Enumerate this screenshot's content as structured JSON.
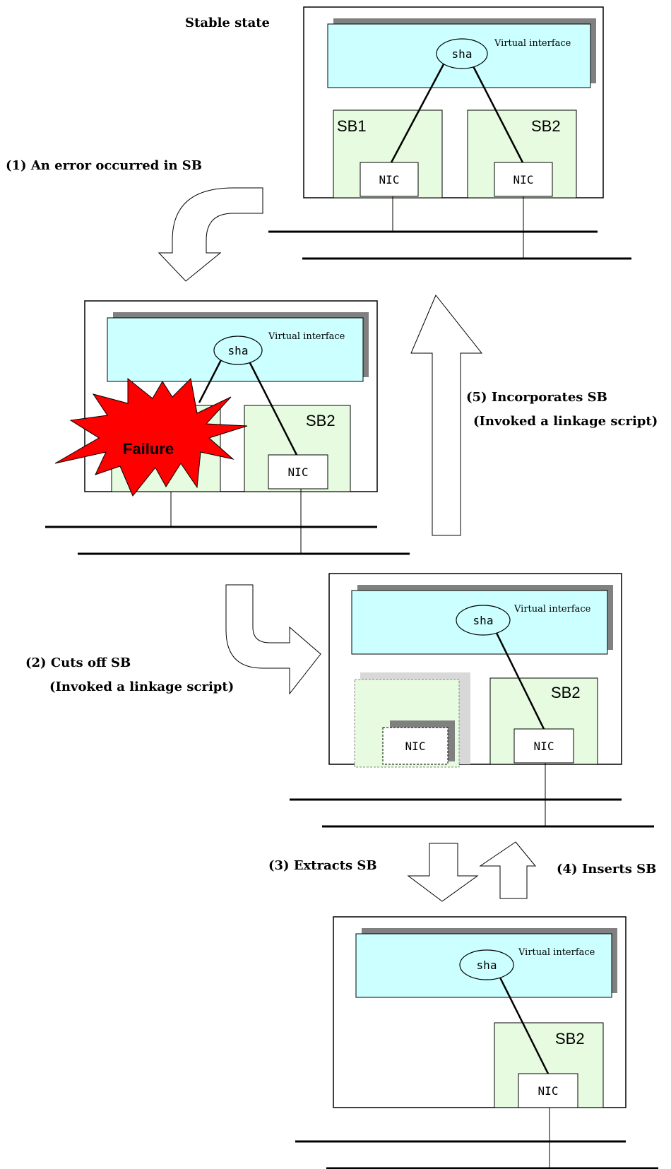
{
  "stable_state_label": "Stable state",
  "virtual_interface_label": "Virtual interface",
  "sha_label": "sha",
  "nic_label": "NIC",
  "sb1_label": "SB1",
  "sb2_label": "SB2",
  "failure_label": "Failure",
  "steps": {
    "step1": "(1) An error occurred in SB",
    "step2_line1": "(2) Cuts off SB",
    "step2_line2": "(Invoked a linkage script)",
    "step3": "(3) Extracts SB",
    "step4": "(4) Inserts SB",
    "step5_line1": "(5) Incorporates SB",
    "step5_line2": "(Invoked a linkage script)"
  },
  "colors": {
    "virtual_interface_fill": "#ccffff",
    "sb_fill": "#e6fbe0",
    "failure_fill": "#ff0000",
    "shadow": "#808080"
  }
}
